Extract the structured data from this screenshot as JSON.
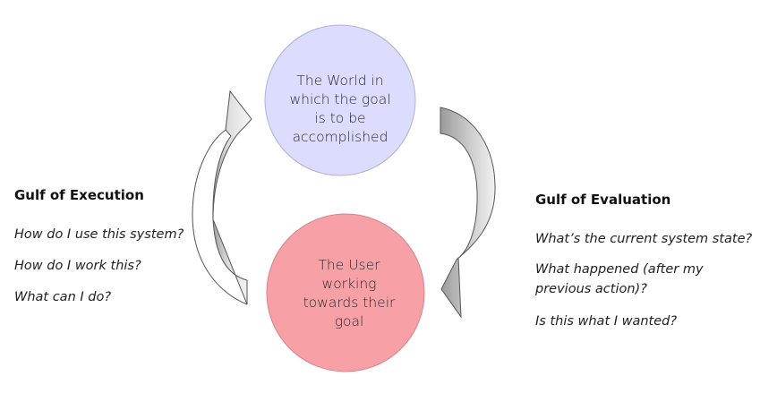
{
  "world_circle": {
    "lines": [
      "The World in",
      "which the goal",
      "is to be",
      "accomplished"
    ],
    "fill": "#dcdcff",
    "stroke": "#b0b0dd"
  },
  "user_circle": {
    "lines": [
      "The User",
      "working",
      "towards their",
      "goal"
    ],
    "fill": "#f7a1a6",
    "stroke": "#d98088"
  },
  "gulf_of_execution": {
    "title": "Gulf of Execution",
    "questions": [
      "How do I use this system?",
      "How do I work this?",
      "What can I do?"
    ],
    "arrow_fill": "#f2f2f2"
  },
  "gulf_of_evaluation": {
    "title": "Gulf of Evaluation",
    "questions": [
      "What’s the current system state?",
      "What happened (after my",
      "previous action)?",
      "Is this what I wanted?"
    ],
    "arrow_fill": "#bdbdbd"
  }
}
